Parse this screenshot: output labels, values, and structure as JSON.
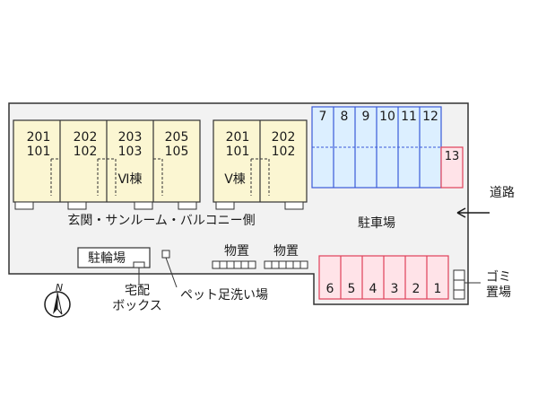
{
  "building_vi": {
    "name": "Ⅵ棟",
    "units": [
      {
        "upper": "201",
        "lower": "101"
      },
      {
        "upper": "202",
        "lower": "102"
      },
      {
        "upper": "203",
        "lower": "103"
      },
      {
        "upper": "205",
        "lower": "105"
      }
    ]
  },
  "building_v": {
    "name": "Ⅴ棟",
    "units": [
      {
        "upper": "201",
        "lower": "101"
      },
      {
        "upper": "202",
        "lower": "102"
      }
    ]
  },
  "labels": {
    "entrance_side": "玄関・サンルーム・バルコニー側",
    "parking": "駐車場",
    "road": "道路",
    "bicycle_parking": "駐輪場",
    "storage_1": "物置",
    "storage_2": "物置",
    "delivery_box_line1": "宅配",
    "delivery_box_line2": "ボックス",
    "pet_wash": "ペット足洗い場",
    "garbage_line1": "ゴミ",
    "garbage_line2": "置場",
    "compass": "N"
  },
  "parking_blue": [
    "7",
    "8",
    "9",
    "10",
    "11",
    "12"
  ],
  "parking_red_right": "13",
  "parking_pink": [
    "6",
    "5",
    "4",
    "3",
    "2",
    "1"
  ],
  "colors": {
    "building_fill": "#fbf6d2",
    "parking_blue_fill": "#dcefff",
    "parking_blue_stroke": "#3a5ad8",
    "parking_pink_fill": "#ffe3e8",
    "parking_red_stroke": "#e0405a",
    "site_fill": "#f2f2f2"
  }
}
